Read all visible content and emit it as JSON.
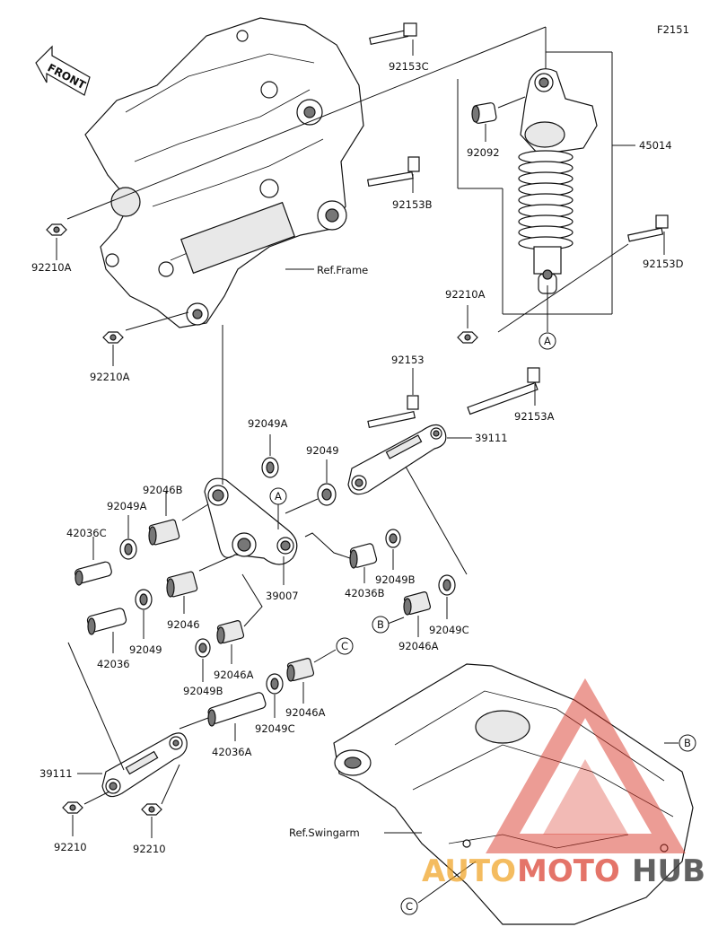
{
  "figure_code": "F2151",
  "front_label": "FRONT",
  "ref_labels": {
    "frame": "Ref.Frame",
    "swingarm": "Ref.Swingarm"
  },
  "part_labels": {
    "p92153C": "92153C",
    "p45014": "45014",
    "p92092": "92092",
    "p92153B": "92153B",
    "p92210A_1": "92210A",
    "p92210A_2": "92210A",
    "p92210A_3": "92210A",
    "p92153D": "92153D",
    "p92153": "92153",
    "p92153A": "92153A",
    "p39111_top": "39111",
    "p92049A_top": "92049A",
    "p92049_top": "92049",
    "p92046B": "92046B",
    "p92049A_left": "92049A",
    "p42036C": "42036C",
    "p39007": "39007",
    "p42036B": "42036B",
    "p92049B_right": "92049B",
    "p92049C_right": "92049C",
    "p92046_left": "92046",
    "p92049_left": "92049",
    "p42036": "42036",
    "p92046A_mid": "92046A",
    "p92049B_mid": "92049B",
    "p92046A_right": "92046A",
    "p92046A_low": "92046A",
    "p92049C_low": "92049C",
    "p42036A": "42036A",
    "p39111_low": "39111",
    "p92210_left": "92210",
    "p92210_right": "92210"
  },
  "callouts": {
    "a1": "A",
    "a2": "A",
    "b1": "B",
    "b2": "B",
    "c1": "C",
    "c2": "C"
  },
  "watermark": {
    "auto": "AUTO",
    "moto": "MOTO",
    "hub": "HUB",
    "colors": {
      "red": "#d93a2b",
      "orange": "#f0a01e",
      "grey": "#3a3a3a"
    }
  }
}
